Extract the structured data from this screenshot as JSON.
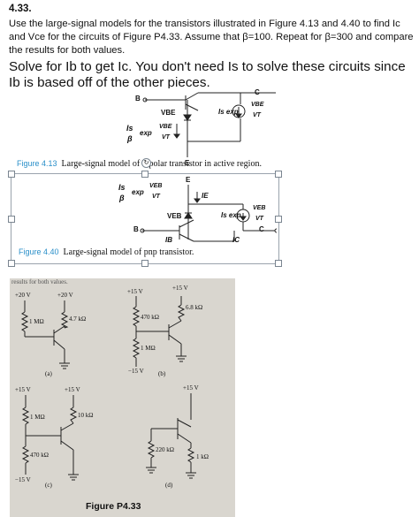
{
  "problem": {
    "number": "4.33.",
    "text": "Use the large-signal models for the transistors illustrated in Figure 4.13 and 4.40 to find Ic and Vce for the circuits of Figure P4.33. Assume that β=100. Repeat for β=300 and compare the results for both values.",
    "note": "Solve for Ib to get Ic. You don't need Is to solve these circuits since Ib is based off of the other pieces."
  },
  "figure_413": {
    "caption_label": "Figure 4.13",
    "caption_text": "Large-signal model of bipolar transistor in active region.",
    "terminal_b": "B",
    "terminal_c": "C",
    "terminal_e": "E",
    "vbe": "VBE",
    "src_expr": "Is exp",
    "src_frac_num": "VBE",
    "src_frac_den": "VT",
    "left_frac_num": "Is",
    "left_frac_den": "β",
    "left_exp": "exp",
    "left_exp_num": "VBE",
    "left_exp_den": "VT"
  },
  "figure_440": {
    "caption_label": "Figure 4.40",
    "caption_text": "Large-signal model of pnp transistor.",
    "terminal_b": "B",
    "terminal_c": "C",
    "terminal_e": "E",
    "veb": "VEB",
    "ie": "IE",
    "ib": "IB",
    "ic": "IC",
    "src_expr": "Is exp",
    "src_frac_num": "VEB",
    "src_frac_den": "VT",
    "left_frac_num": "Is",
    "left_frac_den": "β",
    "left_exp": "exp",
    "left_exp_num": "VEB",
    "left_exp_den": "VT"
  },
  "figure_p433": {
    "header_text": "results for both values.",
    "title": "Figure P4.33",
    "a": {
      "label": "(a)",
      "v1": "+20 V",
      "v2": "+20 V",
      "r1": "1 MΩ",
      "r2": "4.7 kΩ"
    },
    "b": {
      "label": "(b)",
      "v1": "+15 V",
      "v2": "+15 V",
      "r1": "470 kΩ",
      "r2": "6.8 kΩ",
      "r3": "1 MΩ",
      "v3": "−15 V"
    },
    "c": {
      "label": "(c)",
      "v1": "+15 V",
      "v2": "+15 V",
      "r1": "1 MΩ",
      "r2": "10 kΩ",
      "r3": "470 kΩ",
      "v3": "−15 V"
    },
    "d": {
      "label": "(d)",
      "v1": "+15 V",
      "r1": "220 kΩ",
      "r2": "1 kΩ"
    }
  },
  "colors": {
    "caption_blue": "#2a8fc9",
    "photo_bg": "#d9d6cf"
  }
}
